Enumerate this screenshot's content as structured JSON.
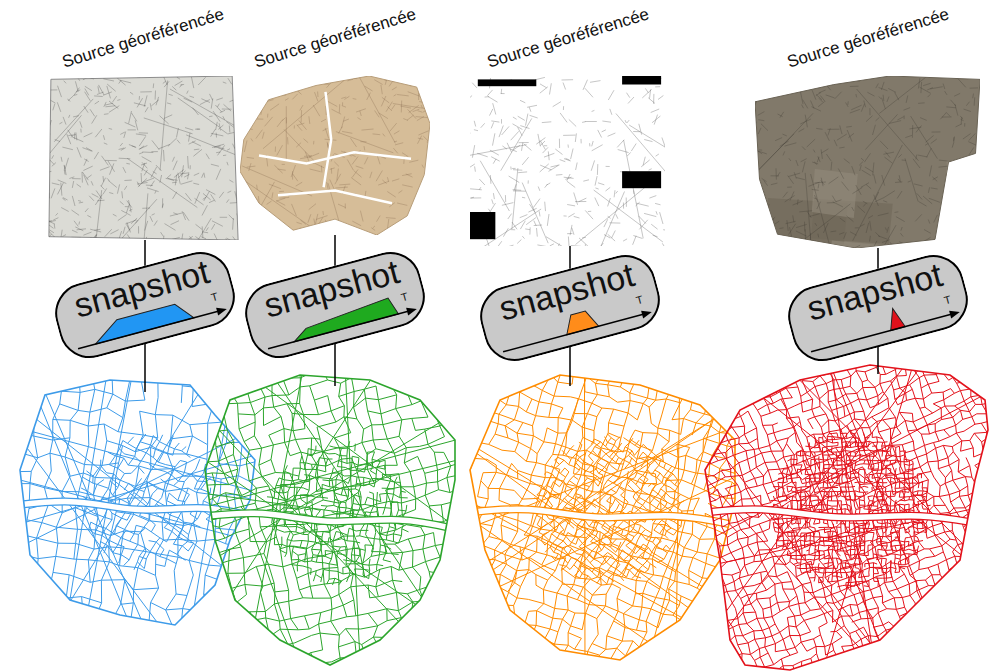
{
  "diagram": {
    "nodes": [
      {
        "text": [
          "Source géoréférencée"
        ]
      },
      {
        "text": [
          "snapshot",
          "T"
        ]
      },
      {
        "text": [
          "Source géoréférencée"
        ]
      },
      {
        "text": [
          "snapshot",
          "T"
        ]
      },
      {
        "text": [
          "Source géoréférencée"
        ]
      },
      {
        "text": [
          "snapshot",
          "T"
        ]
      },
      {
        "text": [
          "Source géoréférencée"
        ]
      },
      {
        "text": [
          "snapshot",
          "T"
        ]
      }
    ],
    "edges": [
      {
        "from": 0,
        "to": 1,
        "arrow": "none"
      },
      {
        "from": 2,
        "to": 3,
        "arrow": "none"
      },
      {
        "from": 4,
        "to": 5,
        "arrow": "none"
      },
      {
        "from": 6,
        "to": 7,
        "arrow": "none"
      }
    ]
  }
}
